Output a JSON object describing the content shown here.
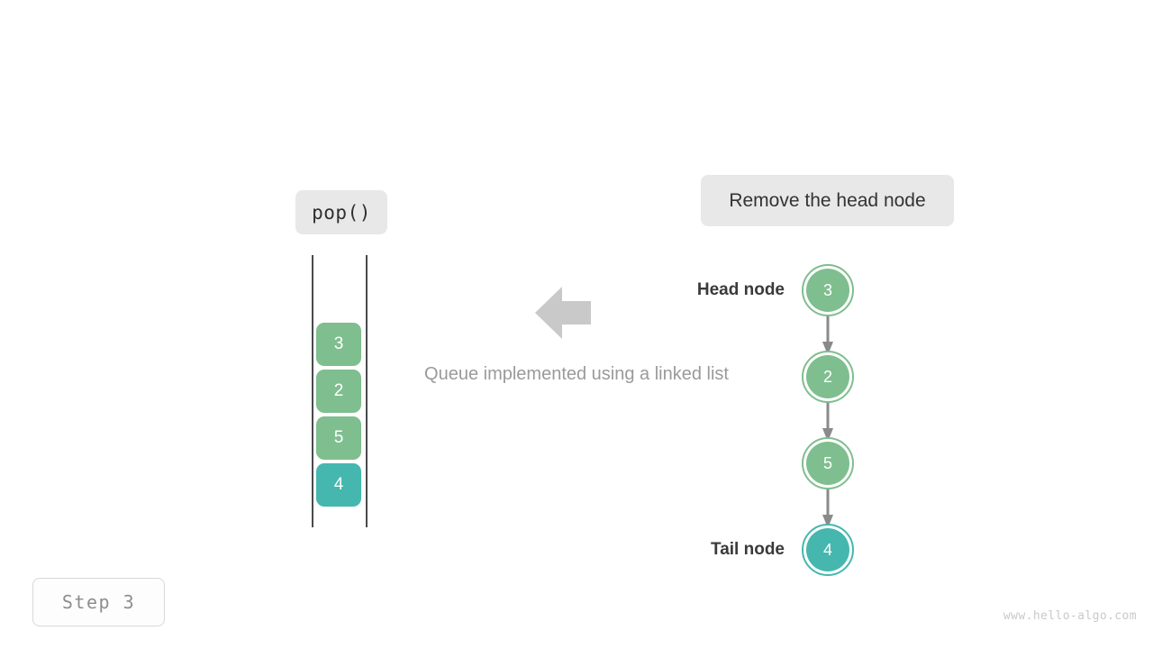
{
  "operation_chip": {
    "label": "pop()"
  },
  "action_chip": {
    "label": "Remove the head node"
  },
  "caption": {
    "text": "Queue implemented using a linked list"
  },
  "step_badge": {
    "label": "Step 3"
  },
  "watermark": {
    "text": "www.hello-algo.com"
  },
  "colors": {
    "node_green": "#7fbe8e",
    "node_teal": "#45b7ae",
    "node_green_ring": "#7fbe8e",
    "node_teal_ring": "#45b7ae",
    "arrow_gray": "#c9c9c9",
    "link_gray": "#8a8a8a",
    "rail": "#4a4a4c",
    "chip_bg": "#e8e8e8",
    "caption_text": "#9a9a9a"
  },
  "queue": {
    "name": "queue-boxes",
    "items": [
      {
        "value": "3",
        "color": "#7fbe8e"
      },
      {
        "value": "2",
        "color": "#7fbe8e"
      },
      {
        "value": "5",
        "color": "#7fbe8e"
      },
      {
        "value": "4",
        "color": "#45b7ae"
      }
    ]
  },
  "linked_list": {
    "head_label": "Head node",
    "tail_label": "Tail node",
    "nodes": [
      {
        "value": "3",
        "role": "head",
        "color": "#7fbe8e"
      },
      {
        "value": "2",
        "role": "middle",
        "color": "#7fbe8e"
      },
      {
        "value": "5",
        "role": "middle",
        "color": "#7fbe8e"
      },
      {
        "value": "4",
        "role": "tail",
        "color": "#45b7ae"
      }
    ],
    "link_count": 3
  },
  "flow_arrow": {
    "direction": "left"
  }
}
